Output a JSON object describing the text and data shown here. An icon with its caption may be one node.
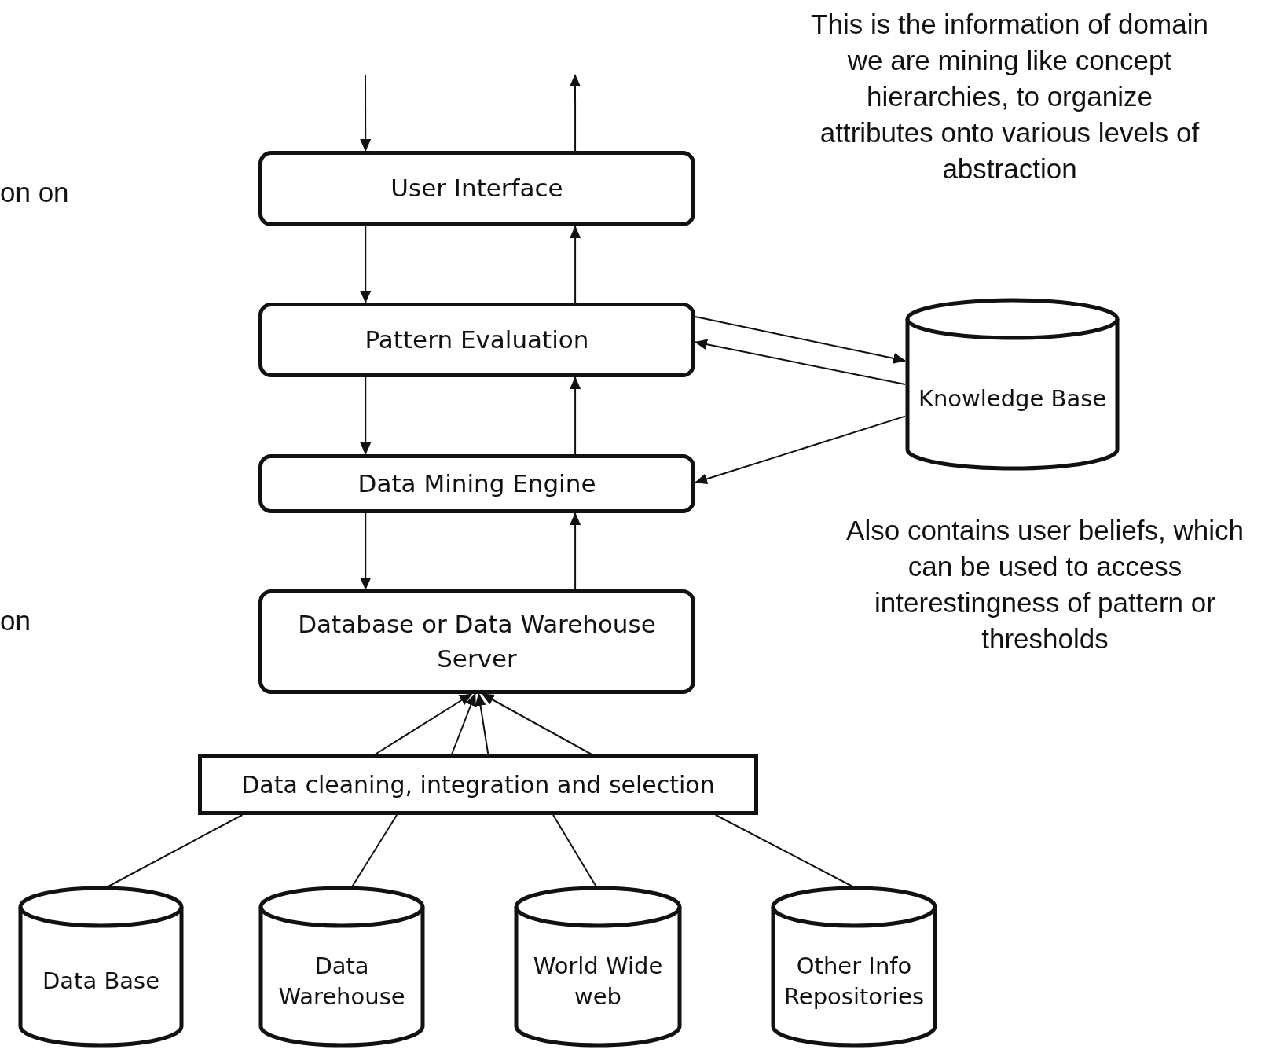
{
  "diagram": {
    "nodes": [
      {
        "text": [
          "User Interface"
        ]
      },
      {
        "text": [
          "Pattern Evaluation"
        ]
      },
      {
        "text": [
          "Data Mining Engine"
        ]
      },
      {
        "text": [
          "Database or Data Warehouse Server"
        ]
      },
      {
        "text": [
          "Knowledge Base"
        ]
      },
      {
        "text": [
          "Data cleaning, integration and selection"
        ]
      },
      {
        "text": [
          "Data Base"
        ]
      },
      {
        "text": [
          "Data Warehouse"
        ]
      },
      {
        "text": [
          "World Wide web"
        ]
      },
      {
        "text": [
          "Other Info Repositories"
        ]
      }
    ],
    "edges": [
      {
        "from": null,
        "to": 0,
        "arrow": "to"
      },
      {
        "from": 0,
        "to": null,
        "arrow": "to"
      },
      {
        "from": 0,
        "to": 1,
        "arrow": "to"
      },
      {
        "from": 1,
        "to": 0,
        "arrow": "to"
      },
      {
        "from": 1,
        "to": 2,
        "arrow": "to"
      },
      {
        "from": 2,
        "to": 1,
        "arrow": "to"
      },
      {
        "from": 2,
        "to": 3,
        "arrow": "to"
      },
      {
        "from": 3,
        "to": 2,
        "arrow": "to"
      },
      {
        "from": 1,
        "to": 4,
        "arrow": "to"
      },
      {
        "from": 4,
        "to": 1,
        "arrow": "to"
      },
      {
        "from": 4,
        "to": 2,
        "arrow": "to"
      },
      {
        "from": 5,
        "to": 3,
        "arrow": "to"
      },
      {
        "from": 5,
        "to": 3,
        "arrow": "to"
      },
      {
        "from": 5,
        "to": 3,
        "arrow": "to"
      },
      {
        "from": 5,
        "to": 3,
        "arrow": "to"
      },
      {
        "from": 6,
        "to": 5,
        "arrow": "none"
      },
      {
        "from": 7,
        "to": 5,
        "arrow": "none"
      },
      {
        "from": 8,
        "to": 5,
        "arrow": "none"
      },
      {
        "from": 9,
        "to": 5,
        "arrow": "none"
      }
    ],
    "labels": [
      "This is the information of domain we are mining like concept hierarchies, to organize attributes onto various levels of abstraction",
      "on on",
      "Also contains user beliefs, which can be used to access interestingness of pattern or thresholds",
      "on"
    ]
  }
}
